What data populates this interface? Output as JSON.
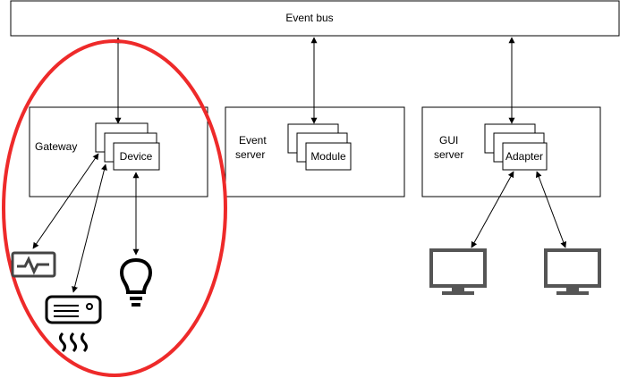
{
  "event_bus": {
    "label": "Event bus"
  },
  "gateway": {
    "label": "Gateway",
    "card_label": "Device"
  },
  "event_server": {
    "label_line1": "Event",
    "label_line2": "server",
    "card_label": "Module"
  },
  "gui_server": {
    "label_line1": "GUI",
    "label_line2": "server",
    "card_label": "Adapter"
  },
  "devices": {
    "icons": [
      "sensor-monitor-icon",
      "air-conditioner-icon",
      "light-bulb-icon"
    ]
  },
  "clients": {
    "icons": [
      "desktop-monitor-icon",
      "desktop-monitor-icon"
    ]
  },
  "colors": {
    "stroke": "#000000",
    "highlight": "#ee2a2a",
    "icon_gray": "#555555"
  }
}
